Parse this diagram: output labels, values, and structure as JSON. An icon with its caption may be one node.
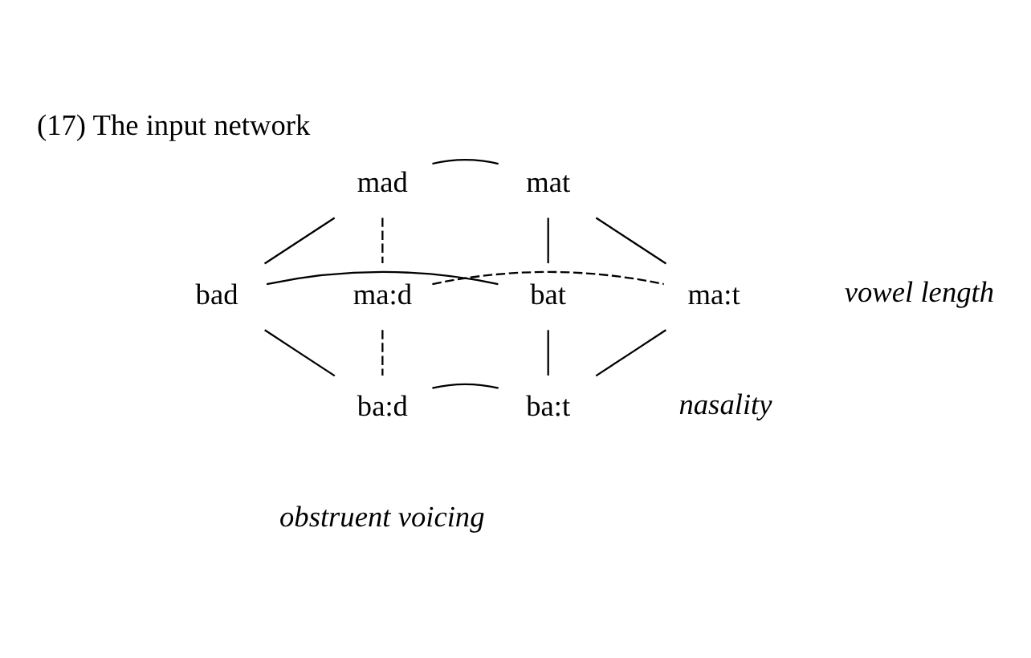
{
  "diagram": {
    "title": "(17) The input network",
    "nodes": [
      {
        "text": [
          "mad"
        ]
      },
      {
        "text": [
          "mat"
        ]
      },
      {
        "text": [
          "bad"
        ]
      },
      {
        "text": [
          "bat"
        ]
      },
      {
        "text": [
          "ma:d"
        ]
      },
      {
        "text": [
          "ma:t"
        ]
      },
      {
        "text": [
          "ba:d"
        ]
      },
      {
        "text": [
          "ba:t"
        ]
      }
    ],
    "edges": [
      {
        "from": 0,
        "to": 1,
        "arrow": "none"
      },
      {
        "from": 2,
        "to": 0,
        "arrow": "none"
      },
      {
        "from": 3,
        "to": 1,
        "arrow": "none"
      },
      {
        "from": 0,
        "to": 4,
        "arrow": "none",
        "style": "dashed"
      },
      {
        "from": 1,
        "to": 5,
        "arrow": "none"
      },
      {
        "from": 2,
        "to": 3,
        "arrow": "none"
      },
      {
        "from": 2,
        "to": 6,
        "arrow": "none"
      },
      {
        "from": 3,
        "to": 7,
        "arrow": "none"
      },
      {
        "from": 4,
        "to": 5,
        "arrow": "none",
        "style": "dashed"
      },
      {
        "from": 4,
        "to": 6,
        "arrow": "none",
        "style": "dashed"
      },
      {
        "from": 5,
        "to": 7,
        "arrow": "none"
      },
      {
        "from": 6,
        "to": 7,
        "arrow": "none"
      }
    ],
    "labels": [
      "vowel length",
      "nasality",
      "obstruent voicing"
    ]
  }
}
